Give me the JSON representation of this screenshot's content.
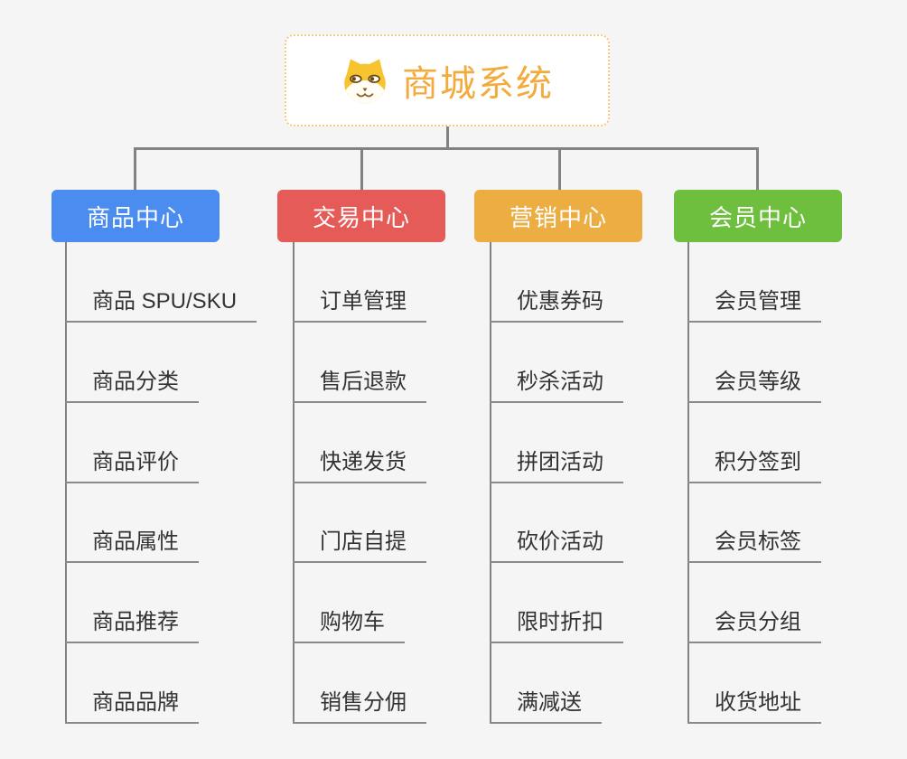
{
  "root": {
    "title": "商城系统",
    "icon": "shiba-dog-icon",
    "title_color": "#f2ab3c",
    "border_color": "#f5c97f"
  },
  "connector_color": "#828282",
  "background_color": "#f5f5f6",
  "branches": [
    {
      "label": "商品中心",
      "color": "#4a8cf0",
      "children": [
        {
          "label": "商品 SPU/SKU"
        },
        {
          "label": "商品分类"
        },
        {
          "label": "商品评价"
        },
        {
          "label": "商品属性"
        },
        {
          "label": "商品推荐"
        },
        {
          "label": "商品品牌"
        }
      ]
    },
    {
      "label": "交易中心",
      "color": "#e55b58",
      "children": [
        {
          "label": "订单管理"
        },
        {
          "label": "售后退款"
        },
        {
          "label": "快递发货"
        },
        {
          "label": "门店自提"
        },
        {
          "label": "购物车"
        },
        {
          "label": "销售分佣"
        }
      ]
    },
    {
      "label": "营销中心",
      "color": "#ecad42",
      "children": [
        {
          "label": "优惠券码"
        },
        {
          "label": "秒杀活动"
        },
        {
          "label": "拼团活动"
        },
        {
          "label": "砍价活动"
        },
        {
          "label": "限时折扣"
        },
        {
          "label": "满减送"
        }
      ]
    },
    {
      "label": "会员中心",
      "color": "#6fbf3f",
      "children": [
        {
          "label": "会员管理"
        },
        {
          "label": "会员等级"
        },
        {
          "label": "积分签到"
        },
        {
          "label": "会员标签"
        },
        {
          "label": "会员分组"
        },
        {
          "label": "收货地址"
        }
      ]
    }
  ]
}
